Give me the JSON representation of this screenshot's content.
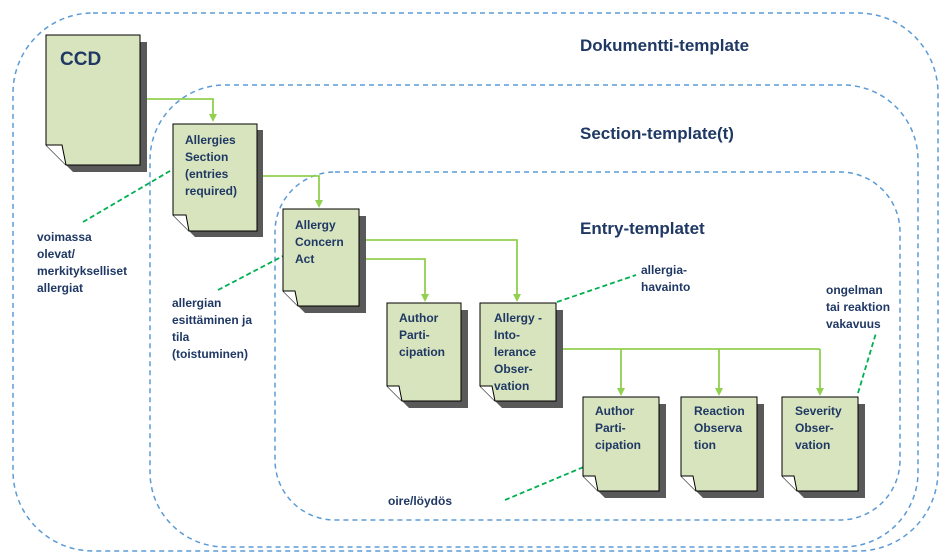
{
  "regions": {
    "document": "Dokumentti-template",
    "section": "Section-template(t)",
    "entry": "Entry-templatet"
  },
  "documents": {
    "ccd": "CCD",
    "allergies_section": "Allergies\nSection\n(entries\nrequired)",
    "allergy_concern_act": "Allergy\nConcern\nAct",
    "author_participation_1": "Author\nParti-\ncipation",
    "allergy_intolerance_observation": "Allergy -\nInto-\nlerance\nObser-\nvation",
    "author_participation_2": "Author\nParti-\ncipation",
    "reaction_observation": "Reaction\nObserva\ntion",
    "severity_observation": "Severity\nObser-\nvation"
  },
  "notes": {
    "voimassa": "voimassa\nolevat/\nmerkitykselliset\nallergiat",
    "allergian": "allergian\nesittäminen ja\ntila\n(toistuminen)",
    "allergiahavainto": "allergia-\nhavainto",
    "ongelman": "ongelman\ntai reaktion\nvakavuus",
    "oire": "oire/löydös"
  },
  "colors": {
    "region_border": "#5b9bd5",
    "doc_fill": "#d7e4bd",
    "doc_stroke": "#000000",
    "shadow": "#595959",
    "connector": "#92d050",
    "annotation_line": "#00b050",
    "text": "#1f3864"
  }
}
